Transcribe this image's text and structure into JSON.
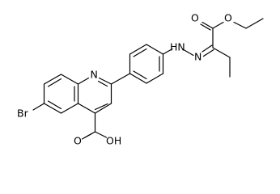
{
  "molecule": {
    "labels": {
      "bromo": "Br",
      "ring_nitrogen": "N",
      "hydrazine_nh": "HN",
      "hydrazone_n": "N",
      "carboxylic_oh": "OH",
      "carboxylic_o": "O",
      "ester_carbonyl_o": "O",
      "ester_o": "O"
    }
  }
}
